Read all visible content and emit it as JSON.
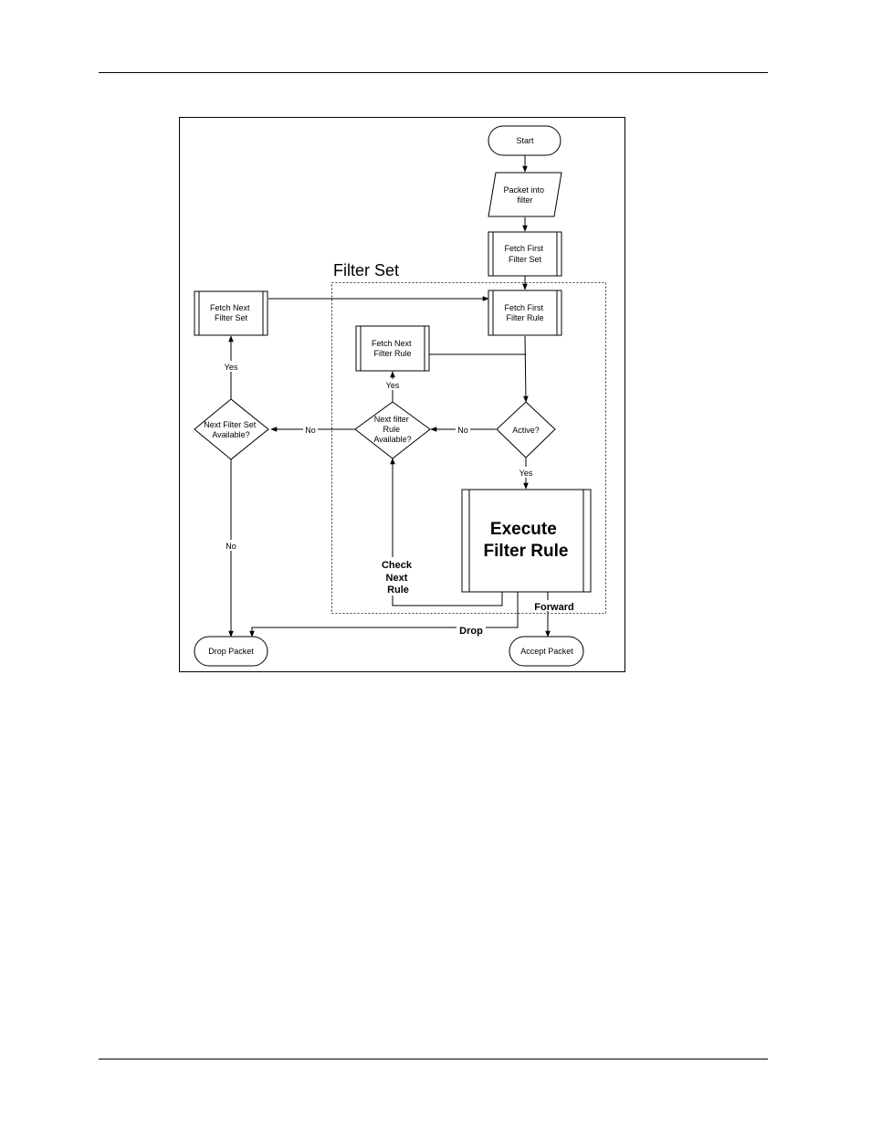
{
  "diagram": {
    "group_title": "Filter Set",
    "nodes": {
      "start": "Start",
      "packet_into_filter": [
        "Packet into",
        "filter"
      ],
      "fetch_first_filter_set": [
        "Fetch First",
        "Filter Set"
      ],
      "fetch_first_filter_rule": [
        "Fetch First",
        "Filter Rule"
      ],
      "fetch_next_filter_set": [
        "Fetch Next",
        "Filter Set"
      ],
      "fetch_next_filter_rule": [
        "Fetch Next",
        "Filter Rule"
      ],
      "active": "Active?",
      "next_filter_rule_available": [
        "Next filter",
        "Rule",
        "Available?"
      ],
      "next_filter_set_available": [
        "Next Filter Set",
        "Available?"
      ],
      "execute_filter_rule": [
        "Execute",
        "Filter Rule"
      ],
      "drop_packet": "Drop Packet",
      "accept_packet": "Accept Packet"
    },
    "edge_labels": {
      "yes_set": "Yes",
      "yes_rule": "Yes",
      "yes_active": "Yes",
      "no_set": "No",
      "no_rule": "No",
      "no_active": "No",
      "check_next_rule": [
        "Check",
        "Next",
        "Rule"
      ],
      "forward": "Forward",
      "drop": "Drop"
    }
  }
}
